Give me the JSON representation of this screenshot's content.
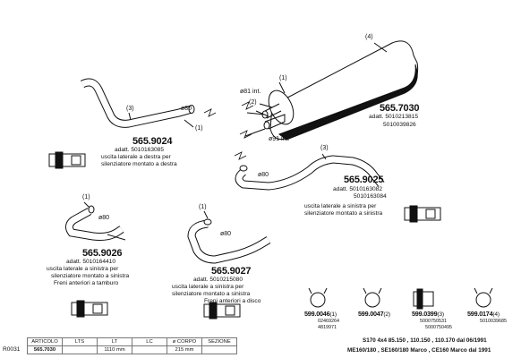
{
  "parts": {
    "p7030": {
      "code": "565.7030",
      "note": "adatt. 5010213815",
      "note2": "5010039826",
      "callouts": {
        "n4": "(4)",
        "n1": "(1)",
        "n2": "(2)",
        "d81": "ø81 int.",
        "d91": "ø91 int."
      }
    },
    "p9024": {
      "code": "565.9024",
      "note": "adatt. 5010163085",
      "desc1": "uscita laterale a destra per",
      "desc2": "silenziatore montato a destra",
      "callouts": {
        "n3": "(3)",
        "n1": "(1)",
        "d80": "ø80"
      }
    },
    "p9025": {
      "code": "565.9025",
      "note": "adatt. 5010163082",
      "note2": "5010163084",
      "desc1": "uscita laterale a sinistra per",
      "desc2": "silenziatore montato a sinistra",
      "callouts": {
        "n3": "(3)",
        "d80": "ø80"
      }
    },
    "p9026": {
      "code": "565.9026",
      "note": "adatt. 5010164410",
      "desc1": "uscita laterale a sinistra per",
      "desc2": "silenziatore montato a sinistra",
      "desc3": "Freni anteriori a tamburo",
      "callouts": {
        "n1": "(1)",
        "d80": "ø80"
      }
    },
    "p9027": {
      "code": "565.9027",
      "note": "adatt. 5010215080",
      "desc1": "uscita laterale a sinistra per",
      "desc2": "silenziatore montato a sinistra",
      "desc3": "Freni anteriori a disco",
      "callouts": {
        "n1": "(1)",
        "d80": "ø80"
      }
    }
  },
  "accessories": [
    {
      "code": "599.0046",
      "qty": "(1)",
      "ref1": "02469264",
      "ref2": "4819971"
    },
    {
      "code": "599.0047",
      "qty": "(2)",
      "ref1": "",
      "ref2": ""
    },
    {
      "code": "599.0399",
      "qty": "(3)",
      "ref1": "5000750531",
      "ref2": "5000750495"
    },
    {
      "code": "599.0174",
      "qty": "(4)",
      "ref1": "5010039685",
      "ref2": ""
    }
  ],
  "spec_table": {
    "side_label": "R0031",
    "headers": [
      "ARTICOLO",
      "LTS",
      "LT",
      "LC",
      "ø CORPO",
      "SEZIONE"
    ],
    "row": [
      "565.7030",
      "",
      "1110 mm",
      "",
      "215 mm",
      ""
    ]
  },
  "models": {
    "line1": "S170 4x4 85.150 , 110.150 , 110.170 dal 06/1991",
    "line2": "ME160/180 , SE160/180 Marco , CE160 Marco dal 1991"
  }
}
